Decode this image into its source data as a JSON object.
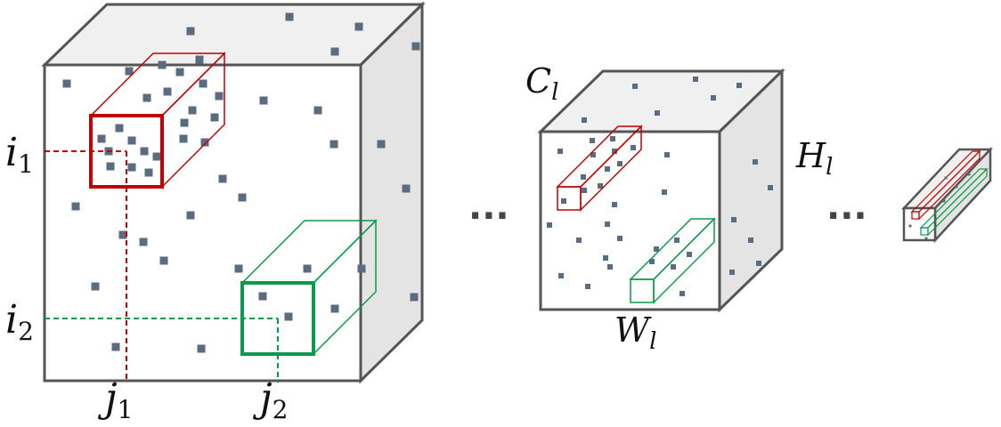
{
  "labels": {
    "i1": {
      "base": "i",
      "sub": "1"
    },
    "i2": {
      "base": "i",
      "sub": "2"
    },
    "j1": {
      "base": "j",
      "sub": "1"
    },
    "j2": {
      "base": "j",
      "sub": "2"
    },
    "C": {
      "base": "C",
      "sub": "l"
    },
    "H": {
      "base": "H",
      "sub": "l"
    },
    "W": {
      "base": "W",
      "sub": "l"
    },
    "ellipsis1": "...",
    "ellipsis2": "..."
  },
  "colors": {
    "red": "#c00000",
    "green": "#0a9a4a",
    "cube_edge": "#555555",
    "top_face": "#f0f0f0",
    "side_face": "#e4e4e4",
    "dot": "#5b6b80"
  }
}
